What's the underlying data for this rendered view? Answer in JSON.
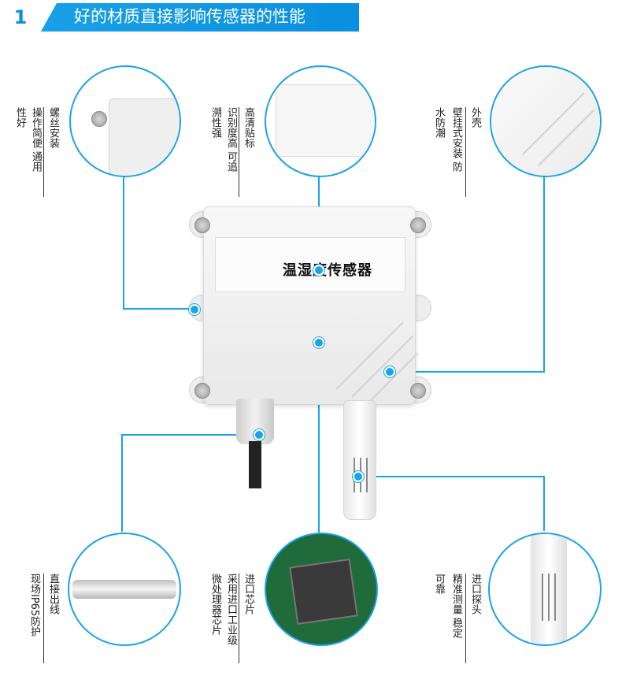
{
  "banner": {
    "number": "1",
    "title": "好的材质直接影响传感器的性能"
  },
  "device": {
    "label": "温湿度传感器"
  },
  "callouts": [
    {
      "id": "top-left",
      "columns": [
        "螺丝安装",
        "操作简便 通用",
        "性好"
      ]
    },
    {
      "id": "top-center",
      "columns": [
        "高清贴标",
        "识别度高 可追",
        "溯性强"
      ]
    },
    {
      "id": "top-right",
      "columns": [
        "外壳",
        "壁挂式安装 防",
        "水防潮"
      ]
    },
    {
      "id": "bottom-left",
      "columns": [
        "直接出线",
        "现场IP65防护"
      ]
    },
    {
      "id": "bottom-center",
      "columns": [
        "进口芯片",
        "采用进口工业级",
        "微处理器芯片"
      ]
    },
    {
      "id": "bottom-right",
      "columns": [
        "进口探头",
        "精准测量 稳定",
        "可靠"
      ]
    }
  ],
  "colors": {
    "accent": "#1aa3e8"
  }
}
